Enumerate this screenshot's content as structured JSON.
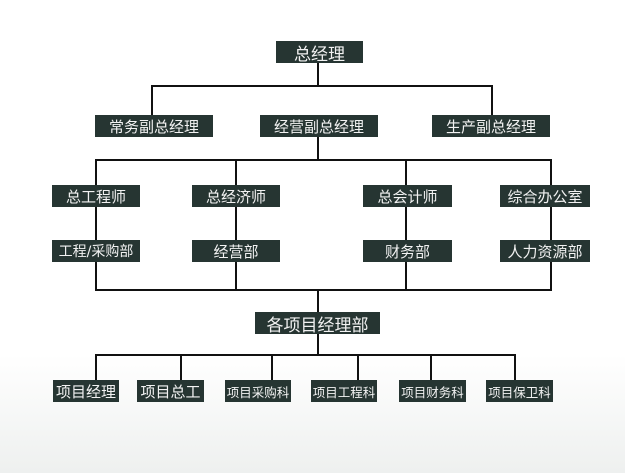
{
  "top": "总经理",
  "deputies": [
    "常务副总经理",
    "经营副总经理",
    "生产副总经理"
  ],
  "chiefs": [
    "总工程师",
    "总经济师",
    "总会计师",
    "综合办公室"
  ],
  "departments": [
    "工程/采购部",
    "经营部",
    "财务部",
    "人力资源部"
  ],
  "project_dept": "各项目经理部",
  "project_units": [
    "项目经理",
    "项目总工",
    "项目采购科",
    "项目工程科",
    "项目财务科",
    "项目保卫科"
  ],
  "box_color": "#263532"
}
